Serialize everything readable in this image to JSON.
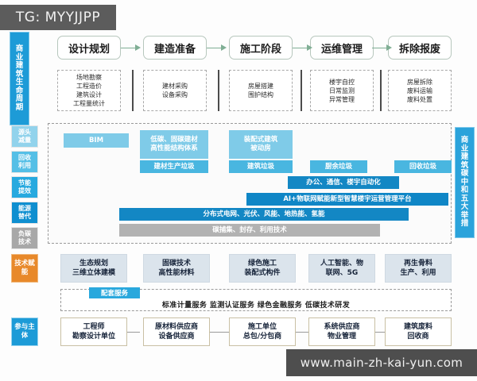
{
  "watermarks": {
    "tg": "TG: MYYJJPP",
    "url": "www.main-zh-kai-yun.com"
  },
  "labels": {
    "life_cycle": "商业建筑生命周期",
    "five_measures": "商业建筑碳中和五大举措",
    "tech_enabling": "技术赋能",
    "participants": "参与主体"
  },
  "stages": [
    {
      "name": "设计规划",
      "tasks": "场地勘察\n工程造价\n建筑设计\n工程量统计"
    },
    {
      "name": "建造准备",
      "tasks": "建材采购\n设备采购"
    },
    {
      "name": "施工阶段",
      "tasks": "房屋搭建\n围护结构"
    },
    {
      "name": "运维管理",
      "tasks": "楼宇自控\n日常监测\n异常管理"
    },
    {
      "name": "拆除报废",
      "tasks": "房屋拆除\n废料运输\n废料处置"
    }
  ],
  "stage_tasks_text": {
    "t0": "场地勘察 工程造价 建筑设计 工程量统计",
    "t1": "建材采购 设备采购",
    "t2": "房屋搭建 围护结构",
    "t3": "楼宇自控 日常监测 异常管理",
    "t4": "房屋拆除 废料运输 废料处置"
  },
  "stage_task_lines": {
    "s0": [
      "场地勘察",
      "工程造价",
      "建筑设计",
      "工程量统计"
    ],
    "s1": [
      "建材采购",
      "设备采购"
    ],
    "s2": [
      "房屋搭建",
      "围护结构"
    ],
    "s3": [
      "楼宇自控",
      "日常监测",
      "异常管理"
    ],
    "s4": [
      "房屋拆除",
      "废料运输",
      "废料处置"
    ]
  },
  "measure_chips": [
    {
      "l1": "源头",
      "l2": "减量",
      "color": "#92d3ec"
    },
    {
      "l1": "回收",
      "l2": "利用",
      "color": "#55bfe6"
    },
    {
      "l1": "节能",
      "l2": "提效",
      "color": "#27a9df"
    },
    {
      "l1": "能源",
      "l2": "替代",
      "color": "#0f8fd0"
    },
    {
      "l1": "负碳",
      "l2": "技术",
      "color": "#a8a8a8"
    }
  ],
  "tiles": {
    "bim": "BIM",
    "low_carbon_1": "低碳、固碳建材",
    "low_carbon_2": "高性能结构体系",
    "material_waste": "建材生产垃圾",
    "prefab_1": "装配式建筑",
    "prefab_2": "被动房",
    "construction_waste": "建筑垃圾",
    "kitchen_waste": "厨余垃圾",
    "recycle_waste": "回收垃圾",
    "office_auto": "办公、通信、楼宇自动化",
    "ai_platform": "AI+物联网赋能新型智慧楼宇运营管理平台",
    "energy": "分布式电网、光伏、风能、地热能、氢能",
    "ccus": "碳捕集、封存、利用技术"
  },
  "enabling": [
    {
      "l1": "生态规划",
      "l2": "三维立体建模"
    },
    {
      "l1": "固碳技术",
      "l2": "高性能材料"
    },
    {
      "l1": "绿色施工",
      "l2": "装配式构件"
    },
    {
      "l1": "人工智能、物",
      "l2": "联网、5G"
    },
    {
      "l1": "再生骨料",
      "l2": "生产、利用"
    }
  ],
  "services": {
    "tag": "配套服务",
    "items": "标准计量服务  监测认证服务  绿色金融服务  低碳技术研发"
  },
  "participants": [
    {
      "l1": "工程师",
      "l2": "勘察设计单位"
    },
    {
      "l1": "原材料供应商",
      "l2": "设备供应商"
    },
    {
      "l1": "施工单位",
      "l2": "总包/分包商"
    },
    {
      "l1": "系统供应商",
      "l2": "物业管理"
    },
    {
      "l1": "建筑废料",
      "l2": "回收商"
    }
  ],
  "colors": {
    "accent_blue": "#1d9bd7",
    "tile_light": "#7fcbe8",
    "tile_mid": "#49b6e0",
    "tile_dark": "#1387c4",
    "tile_grey": "#b2b2b2",
    "orange": "#e8892a",
    "arrow_green": "#7fae94"
  }
}
